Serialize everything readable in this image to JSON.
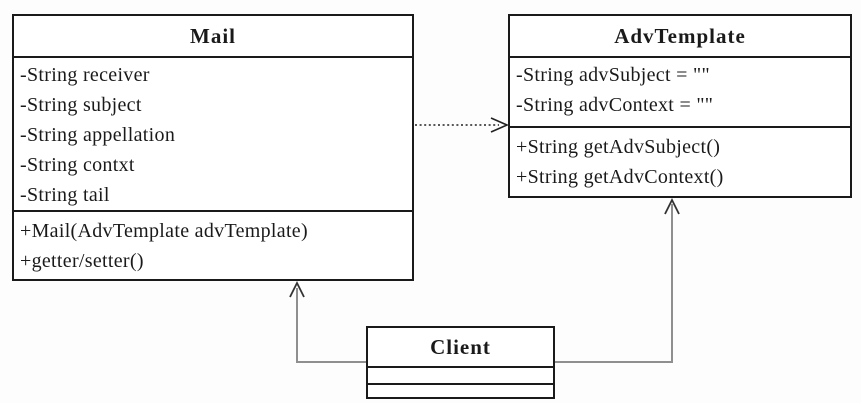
{
  "diagram_type": "uml-class-diagram",
  "classes": {
    "mail": {
      "title": "Mail",
      "attributes": [
        "-String receiver",
        "-String subject",
        "-String appellation",
        "-String contxt",
        "-String tail"
      ],
      "methods": [
        "+Mail(AdvTemplate advTemplate)",
        "+getter/setter()"
      ]
    },
    "adv_template": {
      "title": "AdvTemplate",
      "attributes": [
        "-String advSubject = \"\"",
        "-String advContext = \"\""
      ],
      "methods": [
        "+String getAdvSubject()",
        "+String getAdvContext()"
      ]
    },
    "client": {
      "title": "Client",
      "attributes": [],
      "methods": []
    }
  },
  "relations": [
    {
      "from": "Mail",
      "to": "AdvTemplate",
      "style": "dotted",
      "arrowhead": "open",
      "meaning": "dependency"
    },
    {
      "from": "Client",
      "to": "Mail",
      "style": "solid",
      "arrowhead": "open",
      "meaning": "association"
    },
    {
      "from": "Client",
      "to": "AdvTemplate",
      "style": "solid",
      "arrowhead": "open",
      "meaning": "association"
    }
  ],
  "colors": {
    "box_border": "#1a1a1a",
    "text": "#1a1a1a",
    "dependency_line": "#222222",
    "association_line": "#8f8f8f",
    "arrowhead": "#333333",
    "background": "#ffffff"
  }
}
